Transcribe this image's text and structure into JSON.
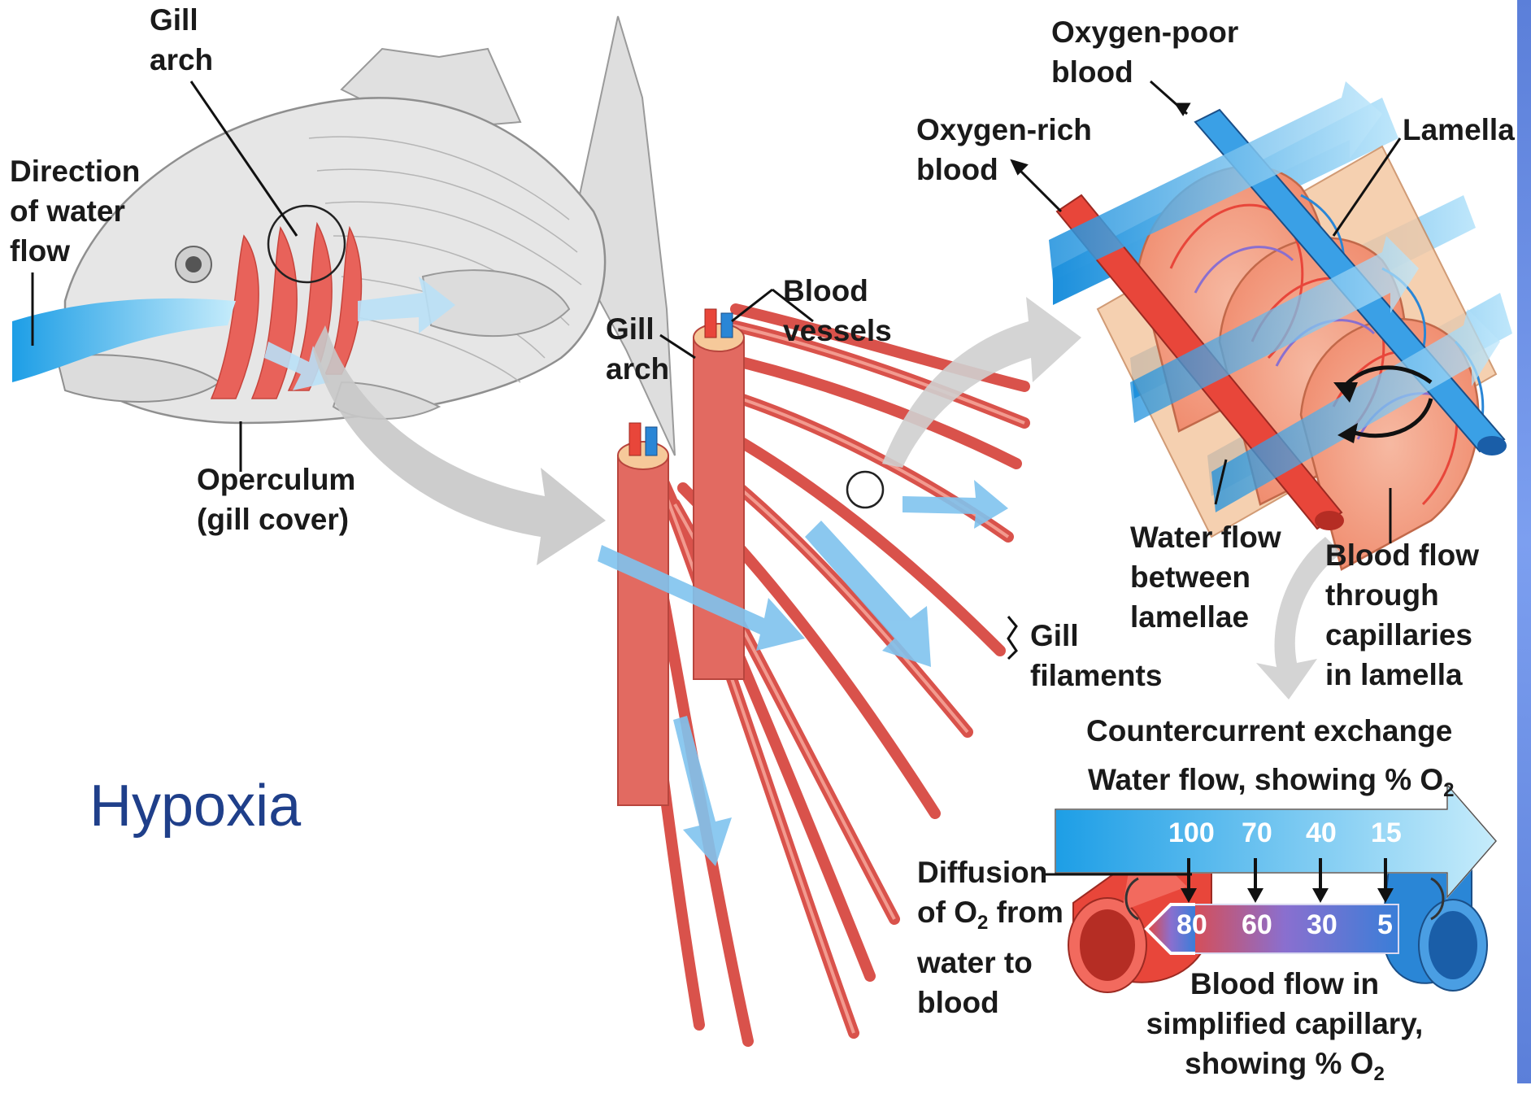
{
  "slide_title": "Hypoxia",
  "fish_panel": {
    "gill_arch": [
      "Gill",
      "arch"
    ],
    "direction_of_water_flow": [
      "Direction",
      "of water",
      "flow"
    ],
    "operculum": [
      "Operculum",
      "(gill cover)"
    ]
  },
  "filament_panel": {
    "gill_arch": [
      "Gill",
      "arch"
    ],
    "blood_vessels": [
      "Blood",
      "vessels"
    ],
    "gill_filaments": [
      "Gill",
      "filaments"
    ]
  },
  "lamella_panel": {
    "oxygen_poor_blood": [
      "Oxygen-poor",
      "blood"
    ],
    "oxygen_rich_blood": [
      "Oxygen-rich",
      "blood"
    ],
    "lamella": "Lamella",
    "water_flow_between_lamellae": [
      "Water flow",
      "between",
      "lamellae"
    ],
    "blood_flow_through_capillaries": [
      "Blood flow",
      "through",
      "capillaries",
      "in lamella"
    ]
  },
  "countercurrent": {
    "title": "Countercurrent exchange",
    "water_flow_label": "Water flow, showing % O",
    "water_flow_sub": "2",
    "water_values": [
      "100",
      "70",
      "40",
      "15"
    ],
    "blood_values": [
      "80",
      "60",
      "30",
      "5"
    ],
    "diffusion_label": {
      "line1": "Diffusion",
      "line2_pre": "of O",
      "line2_sub": "2",
      "line2_post": " from",
      "line3": "water to",
      "line4": "blood"
    },
    "blood_flow_label": {
      "line1": "Blood flow in",
      "line2": "simplified capillary,",
      "line3": "showing % O",
      "line3_sub": "2"
    }
  },
  "colors": {
    "water": "#2aa8e8",
    "water_light": "#b9e4fa",
    "blood_rich": "#e8463a",
    "blood_poor": "#2a86d6",
    "gill_tissue": "#e87069",
    "fish_body": "#e4e4e4",
    "title_blue": "#1f3f8a"
  },
  "icons": [
    "fish-illustration",
    "gill-filaments-illustration",
    "lamella-illustration",
    "capillary-diagram"
  ]
}
